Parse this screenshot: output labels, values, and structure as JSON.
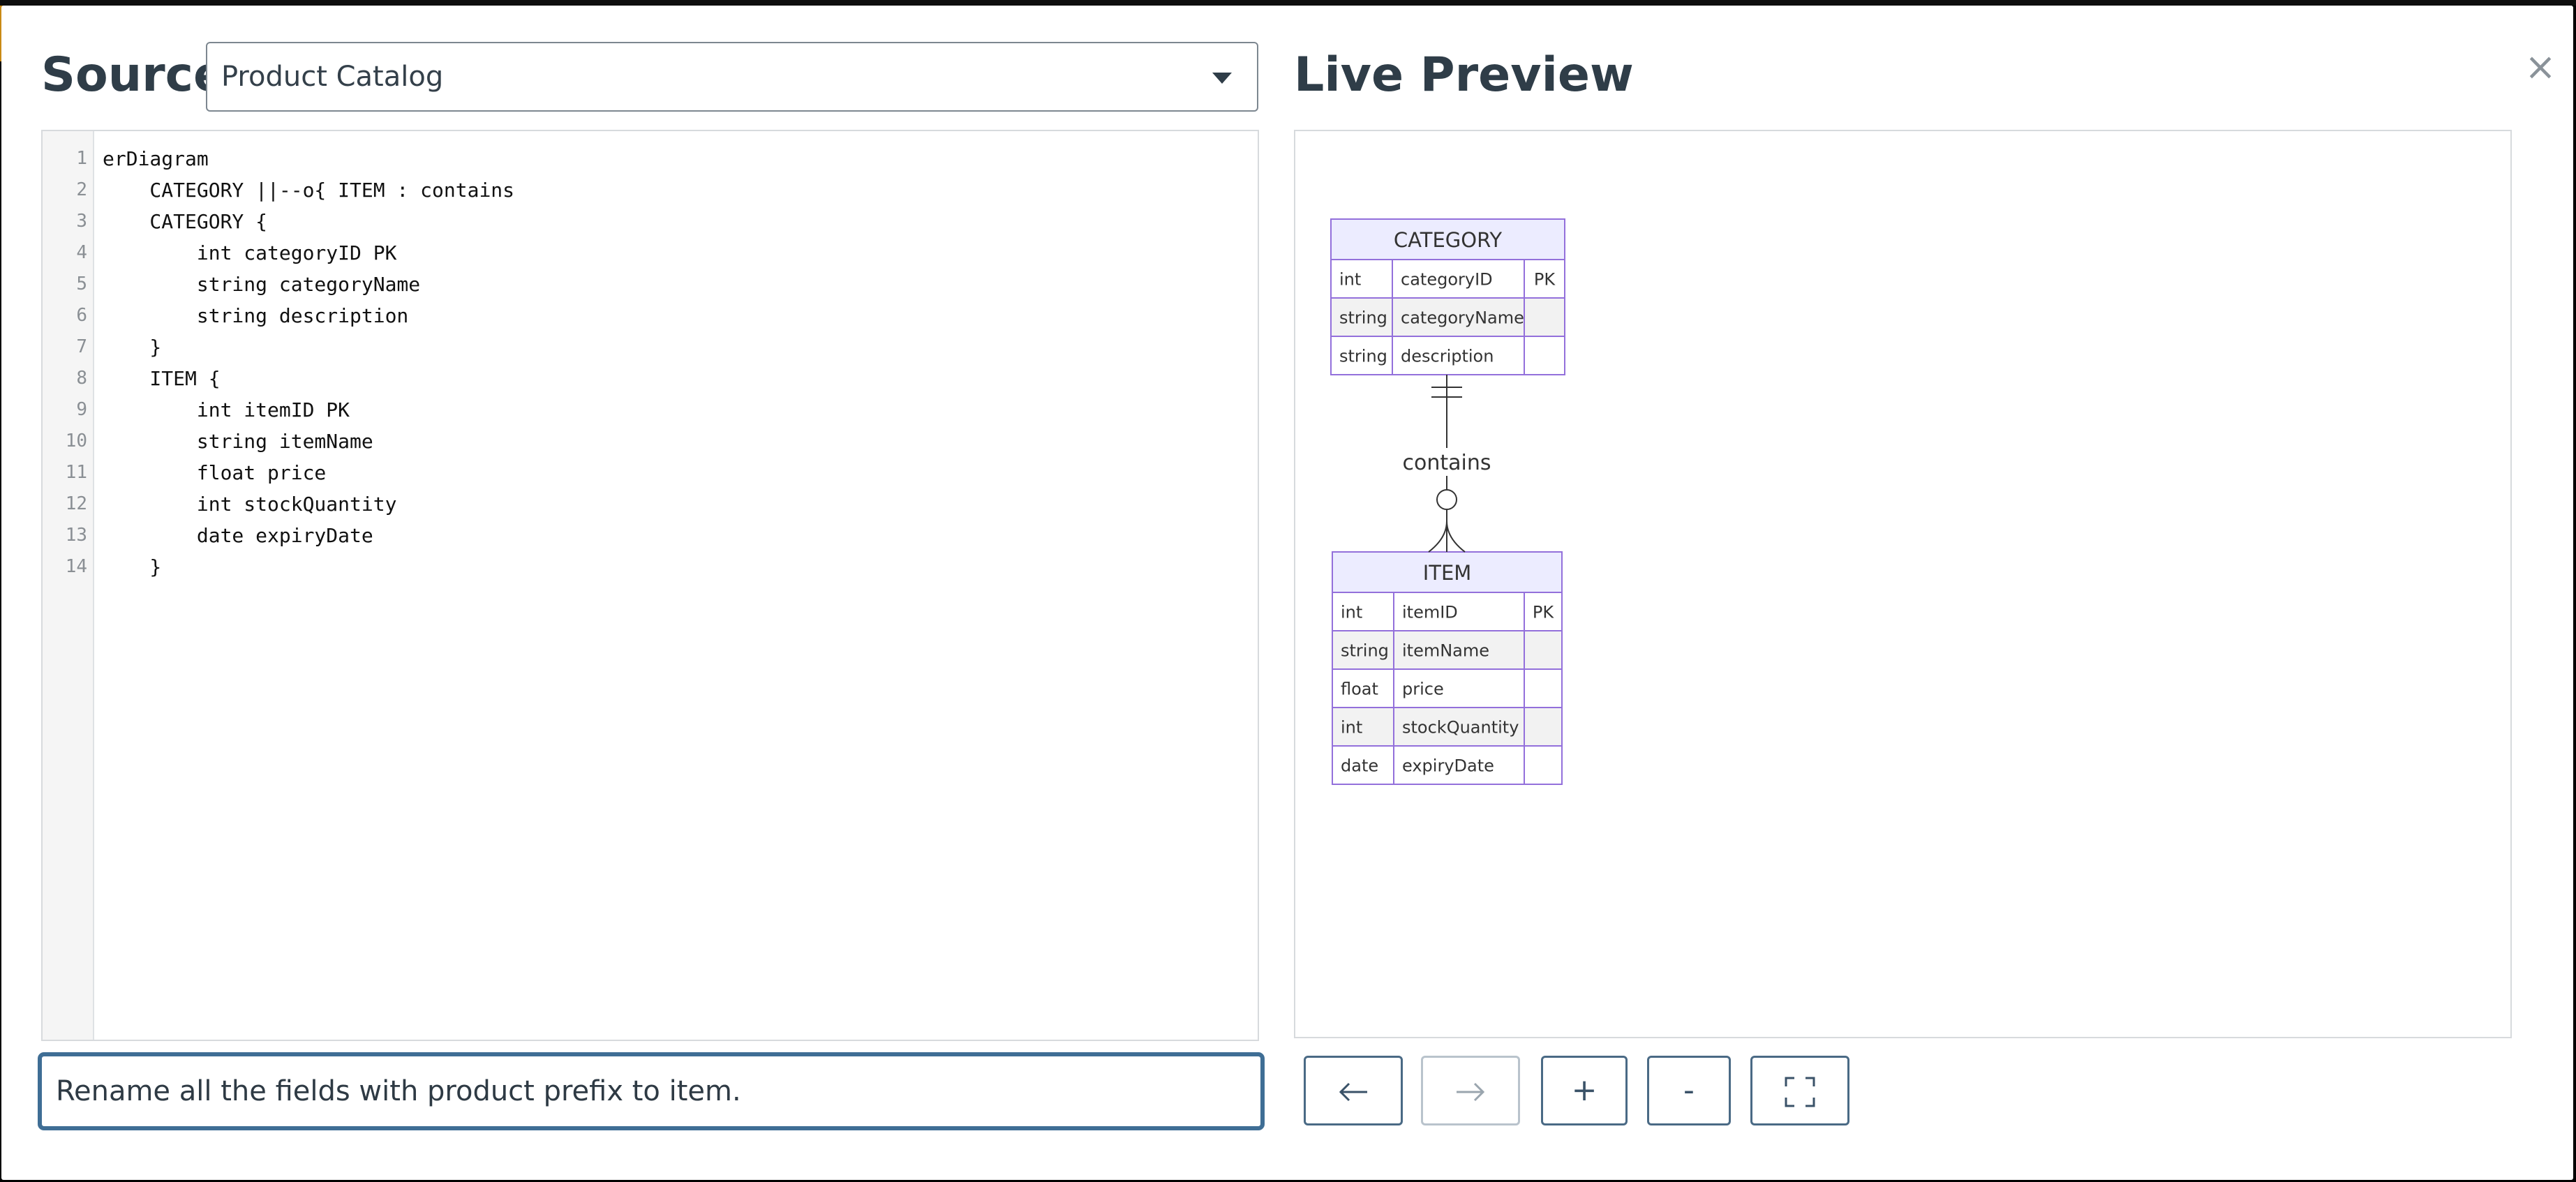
{
  "source": {
    "title": "Source",
    "diagram_select": {
      "value": "Product Catalog"
    }
  },
  "preview": {
    "title": "Live Preview"
  },
  "close_label": "×",
  "editor": {
    "line_numbers": [
      "1",
      "2",
      "3",
      "4",
      "5",
      "6",
      "7",
      "8",
      "9",
      "10",
      "11",
      "12",
      "13",
      "14"
    ],
    "lines": [
      "erDiagram",
      "    CATEGORY ||--o{ ITEM : contains",
      "    CATEGORY {",
      "        int categoryID PK",
      "        string categoryName",
      "        string description",
      "    }",
      "    ITEM {",
      "        int itemID PK",
      "        string itemName",
      "        float price",
      "        int stockQuantity",
      "        date expiryDate",
      "    }"
    ]
  },
  "diagram": {
    "relationship_label": "contains",
    "entities": [
      {
        "name": "CATEGORY",
        "attributes": [
          {
            "type": "int",
            "name": "categoryID",
            "key": "PK"
          },
          {
            "type": "string",
            "name": "categoryName",
            "key": ""
          },
          {
            "type": "string",
            "name": "description",
            "key": ""
          }
        ]
      },
      {
        "name": "ITEM",
        "attributes": [
          {
            "type": "int",
            "name": "itemID",
            "key": "PK"
          },
          {
            "type": "string",
            "name": "itemName",
            "key": ""
          },
          {
            "type": "float",
            "name": "price",
            "key": ""
          },
          {
            "type": "int",
            "name": "stockQuantity",
            "key": ""
          },
          {
            "type": "date",
            "name": "expiryDate",
            "key": ""
          }
        ]
      }
    ],
    "colors": {
      "header_fill": "#ececff",
      "border": "#9370db",
      "row_alt": "#f2f2f2",
      "line": "#333333"
    }
  },
  "prompt": {
    "value": "Rename all the fields with product prefix to item."
  },
  "controls": {
    "back_icon": "arrow-left-icon",
    "forward_icon": "arrow-right-icon",
    "zoom_in_label": "+",
    "zoom_out_label": "-",
    "fullscreen_icon": "fullscreen-icon"
  }
}
